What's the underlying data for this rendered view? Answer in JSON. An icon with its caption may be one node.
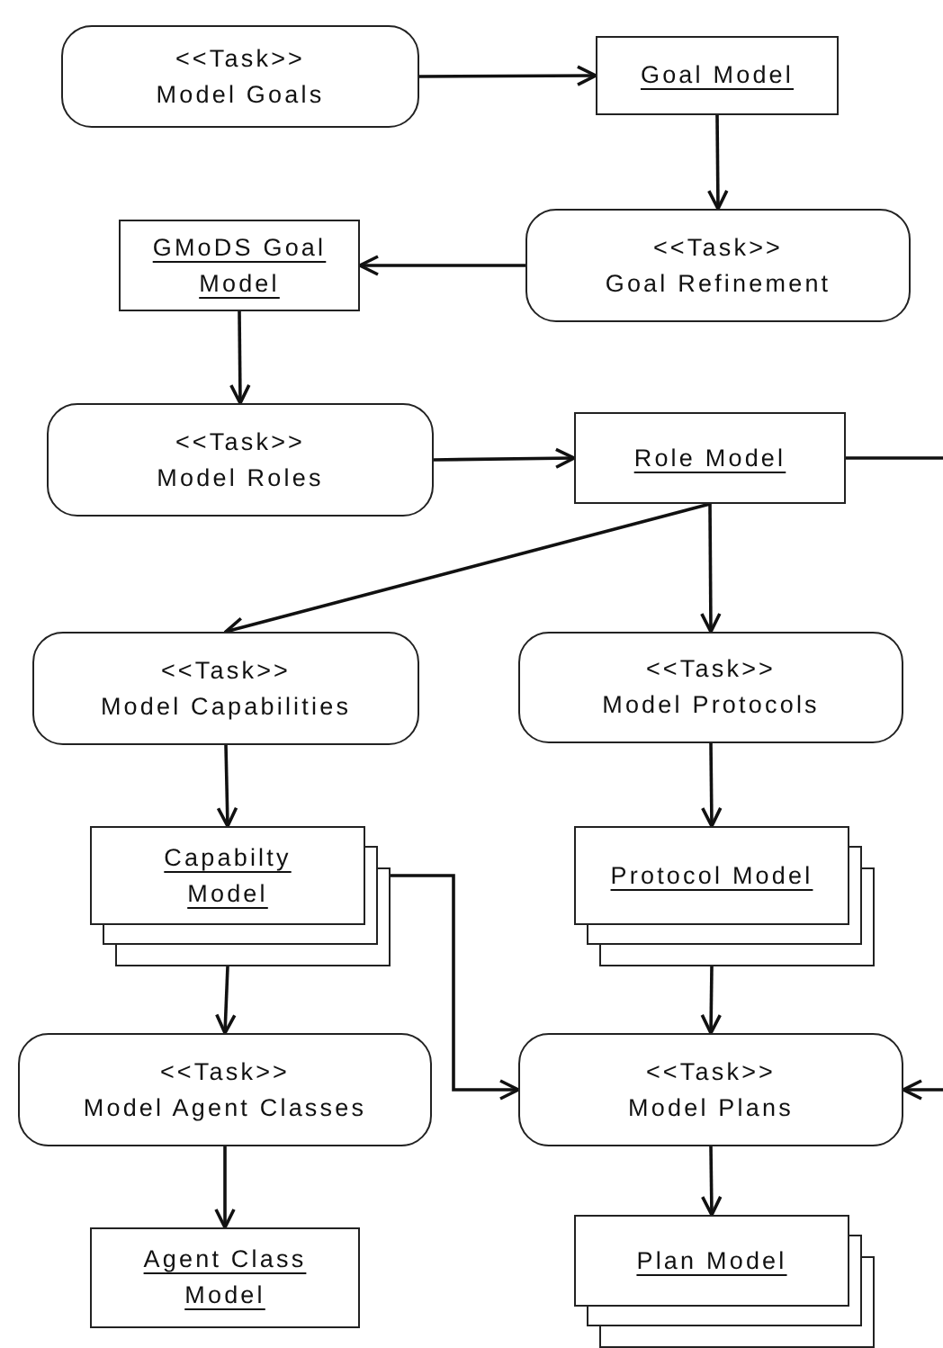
{
  "diagram": {
    "nodes": [
      {
        "text": [
          "<<Task>>",
          "Model Goals"
        ]
      },
      {
        "text": [
          "Goal Model"
        ]
      },
      {
        "text": [
          "<<Task>>",
          "Goal Refinement"
        ]
      },
      {
        "text": [
          "GMoDS Goal Model"
        ]
      },
      {
        "text": [
          "<<Task>>",
          "Model Roles"
        ]
      },
      {
        "text": [
          "Role Model"
        ]
      },
      {
        "text": [
          "<<Task>>",
          "Model Capabilities"
        ]
      },
      {
        "text": [
          "<<Task>>",
          "Model Protocols"
        ]
      },
      {
        "text": [
          "Capabilty Model"
        ]
      },
      {
        "text": [
          "Protocol Model"
        ]
      },
      {
        "text": [
          "<<Task>>",
          "Model Agent Classes"
        ]
      },
      {
        "text": [
          "<<Task>>",
          "Model Plans"
        ]
      },
      {
        "text": [
          "Agent Class Model"
        ]
      },
      {
        "text": [
          "Plan Model"
        ]
      }
    ],
    "edges": [
      {
        "from": 0,
        "to": 1,
        "arrow": "to"
      },
      {
        "from": 1,
        "to": 2,
        "arrow": "to"
      },
      {
        "from": 2,
        "to": 3,
        "arrow": "to"
      },
      {
        "from": 3,
        "to": 4,
        "arrow": "to"
      },
      {
        "from": 4,
        "to": 5,
        "arrow": "to"
      },
      {
        "from": 5,
        "to": 6,
        "arrow": "to"
      },
      {
        "from": 5,
        "to": 7,
        "arrow": "to"
      },
      {
        "from": 6,
        "to": 8,
        "arrow": "to"
      },
      {
        "from": 7,
        "to": 9,
        "arrow": "to"
      },
      {
        "from": 8,
        "to": 10,
        "arrow": "to"
      },
      {
        "from": 9,
        "to": 11,
        "arrow": "to"
      },
      {
        "from": 8,
        "to": 11,
        "arrow": "to"
      },
      {
        "from": 10,
        "to": 12,
        "arrow": "to"
      },
      {
        "from": 11,
        "to": 13,
        "arrow": "to"
      },
      {
        "from": 5,
        "to": null,
        "arrow": "none"
      },
      {
        "from": null,
        "to": 11,
        "arrow": "to"
      }
    ]
  }
}
